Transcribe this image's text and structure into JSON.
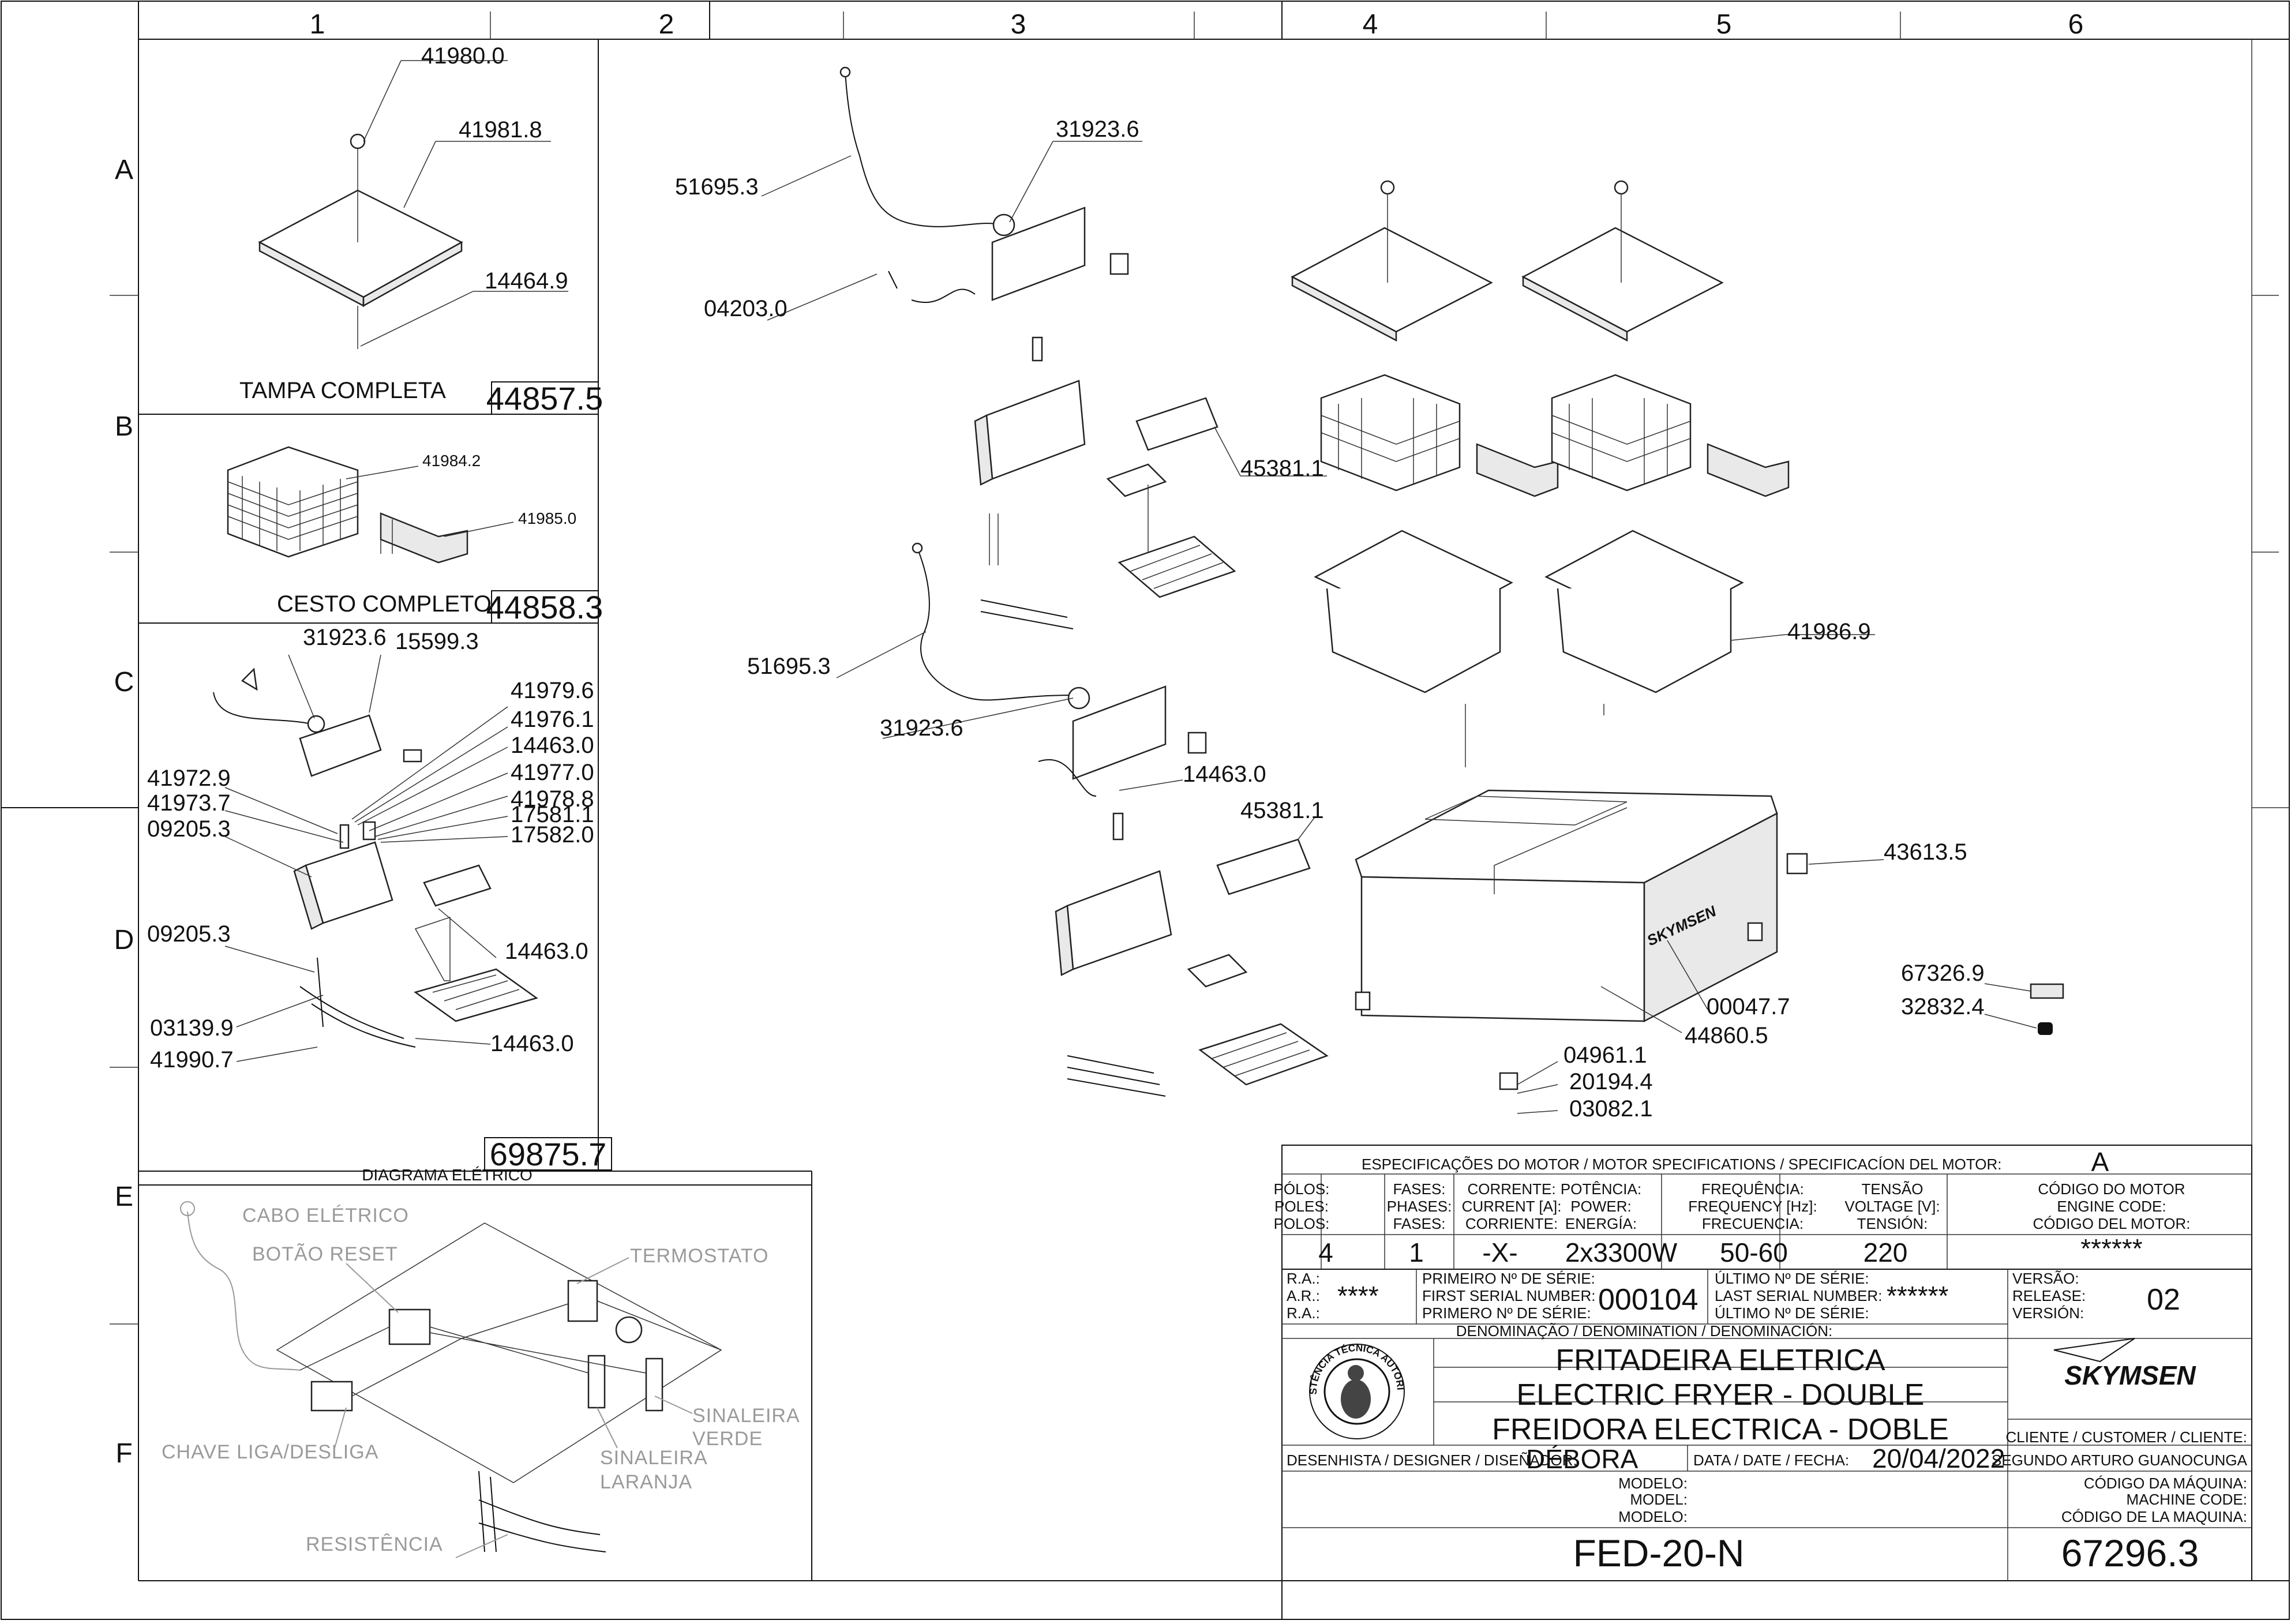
{
  "zones": {
    "cols": [
      "1",
      "2",
      "3",
      "4",
      "5",
      "6"
    ],
    "rows": [
      "A",
      "B",
      "C",
      "D",
      "E",
      "F"
    ]
  },
  "left_panel": {
    "lid": {
      "labels": [
        "41980.0",
        "41981.8",
        "14464.9"
      ],
      "title": "TAMPA COMPLETA",
      "code": "44857.5"
    },
    "basket": {
      "labels": [
        "41984.2",
        "41985.0"
      ],
      "title": "CESTO COMPLETO",
      "code": "44858.3"
    },
    "control": {
      "labels": [
        "31923.6",
        "15599.3",
        "41979.6",
        "41976.1",
        "14463.0",
        "41977.0",
        "41978.8",
        "17581.1",
        "17582.0",
        "41972.9",
        "41973.7",
        "09205.3",
        "09205.3",
        "14463.0",
        "03139.9",
        "41990.7",
        "14463.0"
      ],
      "code": "69875.7"
    }
  },
  "center": {
    "labels": [
      "31923.6",
      "51695.3",
      "04203.0",
      "45381.1",
      "51695.3",
      "31923.6",
      "14463.0",
      "45381.1"
    ]
  },
  "right": {
    "labels": [
      "41986.9",
      "43613.5",
      "67326.9",
      "32832.4",
      "00047.7",
      "44860.5",
      "04961.1",
      "20194.4",
      "03082.1"
    ],
    "brand_mark": "SKYMSEN"
  },
  "electrical": {
    "title": "DIAGRAMA ELÉTRICO",
    "labels": {
      "cable": "CABO ELÉTRICO",
      "reset": "BOTÃO RESET",
      "thermostat": "TERMOSTATO",
      "switch": "CHAVE LIGA/DESLIGA",
      "green_1": "SINALEIRA",
      "green_2": "VERDE",
      "orange_1": "SINALEIRA",
      "orange_2": "LARANJA",
      "resistor": "RESISTÊNCIA"
    }
  },
  "titleblock": {
    "motor_header": "ESPECIFICAÇÕES DO MOTOR / MOTOR SPECIFICATIONS / SPECIFICACÍON DEL MOTOR:",
    "motor_header_value": "A",
    "cols": [
      {
        "h": [
          "PÓLOS:",
          "POLES:",
          "POLOS:"
        ],
        "v": "4"
      },
      {
        "h": [
          "FASES:",
          "PHASES:",
          "FASES:"
        ],
        "v": "1"
      },
      {
        "h": [
          "CORRENTE:",
          "CURRENT [A]:",
          "CORRIENTE:"
        ],
        "v": "-X-"
      },
      {
        "h": [
          "POTÊNCIA:",
          "POWER:",
          "ENERGÍA:"
        ],
        "v": "2x3300W"
      },
      {
        "h": [
          "FREQUÊNCIA:",
          "FREQUENCY [Hz]:",
          "FRECUENCIA:"
        ],
        "v": "50-60"
      },
      {
        "h": [
          "TENSÃO",
          "VOLTAGE [V]:",
          "TENSIÓN:"
        ],
        "v": "220"
      },
      {
        "h": [
          "CÓDIGO DO MOTOR",
          "ENGINE CODE:",
          "CÓDIGO DEL MOTOR:"
        ],
        "v": "******"
      }
    ],
    "ra": {
      "h": [
        "R.A.:",
        "A.R.:",
        "R.A.:"
      ],
      "v": "****"
    },
    "first_serial": {
      "h": [
        "PRIMEIRO Nº DE SÉRIE:",
        "FIRST SERIAL NUMBER:",
        "PRIMERO Nº DE SÉRIE:"
      ],
      "v": "000104"
    },
    "last_serial": {
      "h": [
        "ÚLTIMO Nº DE SÉRIE:",
        "LAST SERIAL NUMBER:",
        "ÚLTIMO Nº DE SÉRIE:"
      ],
      "v": "******"
    },
    "version": {
      "h": [
        "VERSÃO:",
        "RELEASE:",
        "VERSIÓN:"
      ],
      "v": "02"
    },
    "denomination_header": "DENOMINAÇÃO / DENOMINATION / DENOMINACIÓN:",
    "names": [
      "FRITADEIRA ELETRICA",
      "ELECTRIC FRYER - DOUBLE",
      "FREIDORA ELECTRICA - DOBLE"
    ],
    "seal_text": "ASSISTÊNCIA TÉCNICA AUTORIZADA",
    "brand": "SKYMSEN",
    "client_header": "CLIENTE / CUSTOMER / CLIENTE:",
    "client": "SEGUNDO ARTURO GUANOCUNGA",
    "designer_label": "DESENHISTA / DESIGNER / DISEÑADOR:",
    "designer": "DÉBORA",
    "date_label": "DATA / DATE / FECHA:",
    "date": "20/04/2022",
    "model_h": [
      "MODELO:",
      "MODEL:",
      "MODELO:"
    ],
    "model": "FED-20-N",
    "machine_h": [
      "CÓDIGO DA MÁQUINA:",
      "MACHINE CODE:",
      "CÓDIGO DE LA MAQUINA:"
    ],
    "machine_code": "67296.3"
  }
}
